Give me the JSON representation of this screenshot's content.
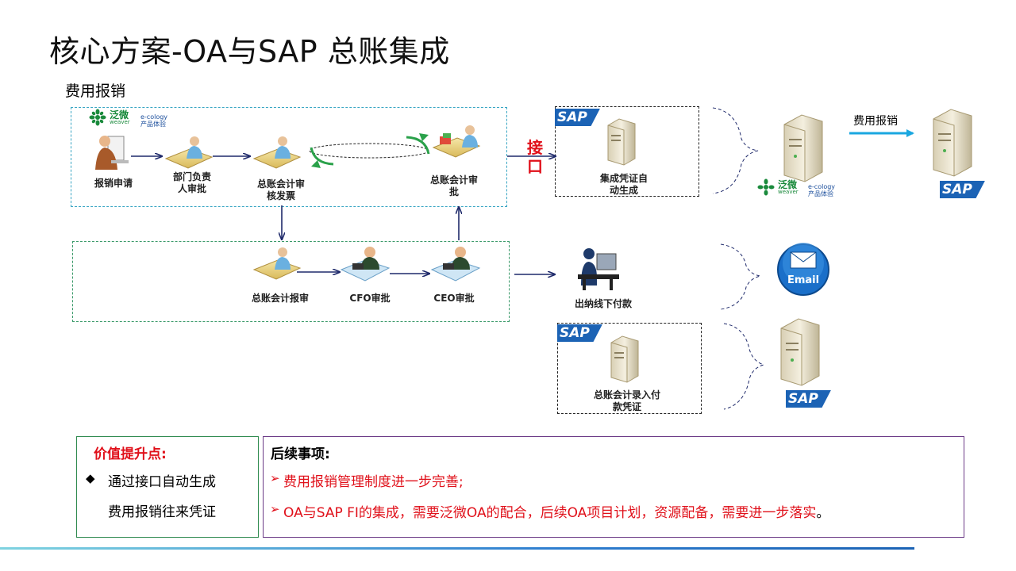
{
  "title": "核心方案-OA与SAP 总账集成",
  "section_label": "费用报销",
  "logos": {
    "weaver_name": "泛微",
    "weaver_sub": "weaver",
    "ecology_line1": "e-cology",
    "ecology_line2": "产品体验",
    "sap": "SAP"
  },
  "interface_label": "接口",
  "flow_top": {
    "step1": "报销申请",
    "step2": "部门负责人审批",
    "step3": "总账会计审核发票",
    "step4": "总账会计审批"
  },
  "flow_bottom": {
    "step1": "总账会计报审",
    "step2": "CFO审批",
    "step3": "CEO审批"
  },
  "sap_box_1": "集成凭证自动生成",
  "arrow_label": "费用报销",
  "cashier": "出纳线下付款",
  "email": "Email",
  "sap_box_2": "总账会计录入付款凭证",
  "value_box": {
    "title": "价值提升点:",
    "bullet": "◆",
    "line1": "通过接口自动生成",
    "line2": "费用报销往来凭证"
  },
  "followup": {
    "title": "后续事项:",
    "marker": "➢",
    "item1": "费用报销管理制度进一步完善;",
    "item2": "OA与SAP FI的集成，需要泛微OA的配合，后续OA项目计划，资源配备，需要进一步落实",
    "item2_end": "。"
  },
  "colors": {
    "red": "#e0101a",
    "sap_blue": "#1c63b5",
    "arrow_blue": "#1f2a6b",
    "cyan_arrow": "#1aa7e0",
    "dash_cyan": "#3aa6c4",
    "dash_green": "#3b9a6a"
  }
}
